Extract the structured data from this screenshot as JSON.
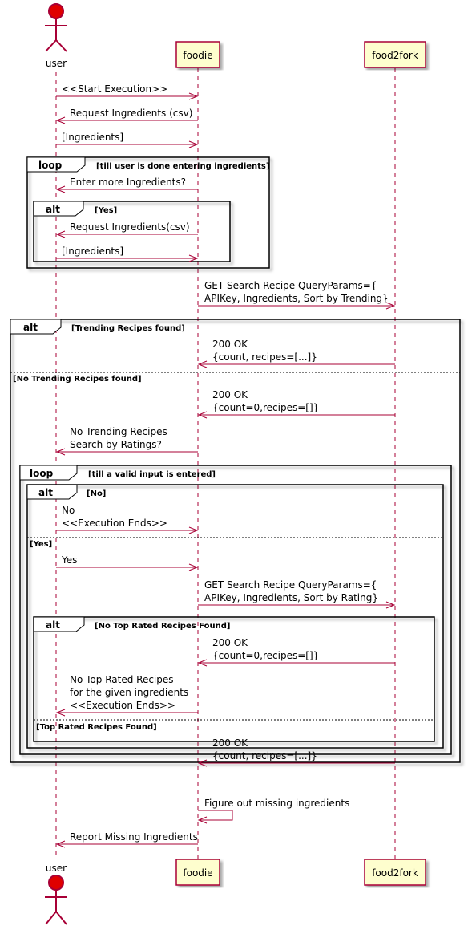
{
  "colors": {
    "arrow": "#a80036",
    "lifeline": "#a80036",
    "participant_fill": "#fefece",
    "participant_stroke": "#a80036",
    "actor_fill": "#e00000",
    "frame": "#000000",
    "shadow": "#9a9a9a"
  },
  "participants": {
    "user": "user",
    "foodie": "foodie",
    "food2fork": "food2fork"
  },
  "messages": {
    "m1": [
      "<<Start Execution>>"
    ],
    "m2": [
      "Request Ingredients (csv)"
    ],
    "m3": [
      "[Ingredients]"
    ],
    "m4": [
      "Enter more Ingredients?"
    ],
    "m5": [
      "Request Ingredients(csv)"
    ],
    "m6": [
      "[Ingredients]"
    ],
    "m7": [
      "GET Search Recipe QueryParams={",
      "APIKey, Ingredients, Sort by Trending}"
    ],
    "m8": [
      "200 OK",
      "{count, recipes=[...]}"
    ],
    "m9": [
      "200 OK",
      "{count=0,recipes=[]}"
    ],
    "m10": [
      "No Trending Recipes",
      "Search by Ratings?"
    ],
    "m11": [
      "No",
      "<<Execution Ends>>"
    ],
    "m12": [
      "Yes"
    ],
    "m13": [
      "GET Search Recipe QueryParams={",
      "APIKey, Ingredients, Sort by Rating}"
    ],
    "m14": [
      "200 OK",
      "{count=0,recipes=[]}"
    ],
    "m15": [
      "No Top Rated Recipes",
      "for the given ingredients",
      "<<Execution Ends>>"
    ],
    "m16": [
      "200 OK",
      "{count, recipes=[...]}"
    ],
    "m17": [
      "Figure out missing ingredients"
    ],
    "m18": [
      "Report Missing Ingredients"
    ]
  },
  "fragments": {
    "f1": {
      "keyword": "loop",
      "condition": "[till user is done entering ingredients]"
    },
    "f2": {
      "keyword": "alt",
      "condition": "[Yes]"
    },
    "f3": {
      "keyword": "alt",
      "condition": "[Trending Recipes found]",
      "else": "[No Trending Recipes found]"
    },
    "f4": {
      "keyword": "loop",
      "condition": "[till a valid input is entered]"
    },
    "f5": {
      "keyword": "alt",
      "condition": "[No]",
      "else": "[Yes]"
    },
    "f6": {
      "keyword": "alt",
      "condition": "[No Top Rated Recipes Found]",
      "else": "[Top Rated Recipes Found]"
    }
  }
}
